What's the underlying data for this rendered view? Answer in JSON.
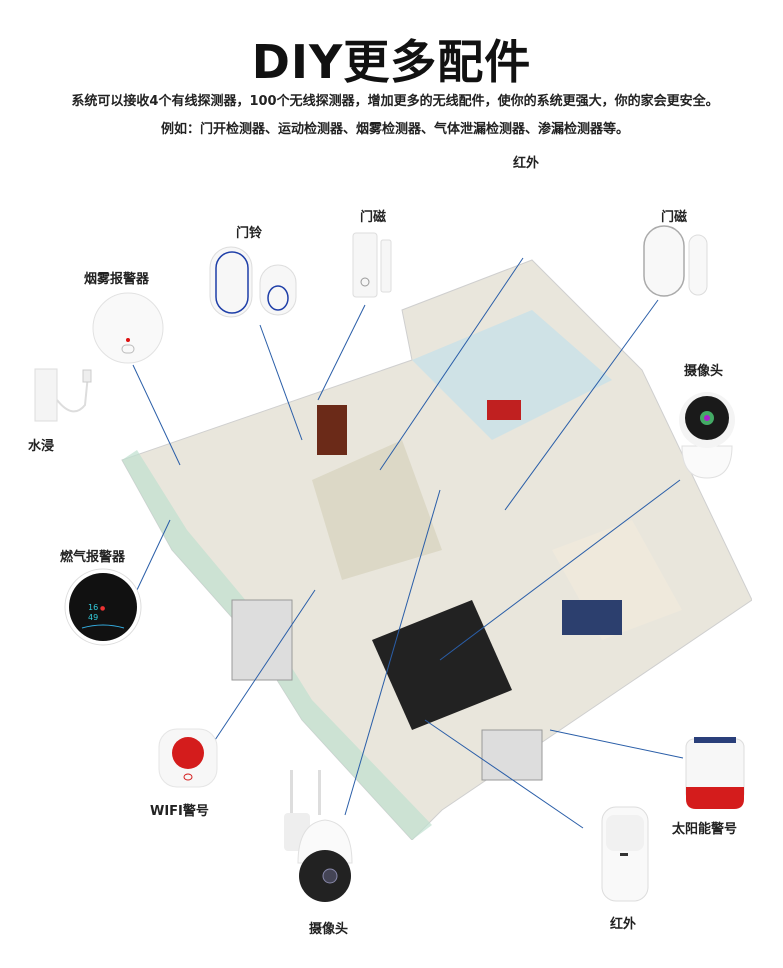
{
  "header": {
    "title": "DIY更多配件",
    "description": "系统可以接收4个有线探测器，100个无线探测器，增加更多的无线配件，使你的系统更强大，你的家会更安全。例如：门开检测器、运动检测器、烟雾检测器、气体泄漏检测器、渗漏检测器等。"
  },
  "devices": [
    {
      "label": "红外",
      "icon": "pir-sensor-icon"
    },
    {
      "label": "门铃",
      "icon": "doorbell-icon"
    },
    {
      "label": "门磁",
      "icon": "door-contact-icon"
    },
    {
      "label": "门磁",
      "icon": "door-contact-icon"
    },
    {
      "label": "烟雾报警器",
      "icon": "smoke-detector-icon"
    },
    {
      "label": "摄像头",
      "icon": "indoor-camera-icon"
    },
    {
      "label": "水浸",
      "icon": "water-leak-sensor-icon"
    },
    {
      "label": "燃气报警器",
      "icon": "gas-detector-icon"
    },
    {
      "label": "WIFI警号",
      "icon": "wifi-siren-icon"
    },
    {
      "label": "太阳能警号",
      "icon": "solar-siren-icon"
    },
    {
      "label": "摄像头",
      "icon": "outdoor-camera-icon"
    },
    {
      "label": "红外",
      "icon": "pir-sensor-icon"
    }
  ],
  "gas_display": {
    "line1": "16",
    "line2": "49"
  },
  "colors": {
    "line": "#2a5ea8",
    "siren_red": "#d41c1c",
    "doorbell_ring": "#1f3fa8"
  }
}
